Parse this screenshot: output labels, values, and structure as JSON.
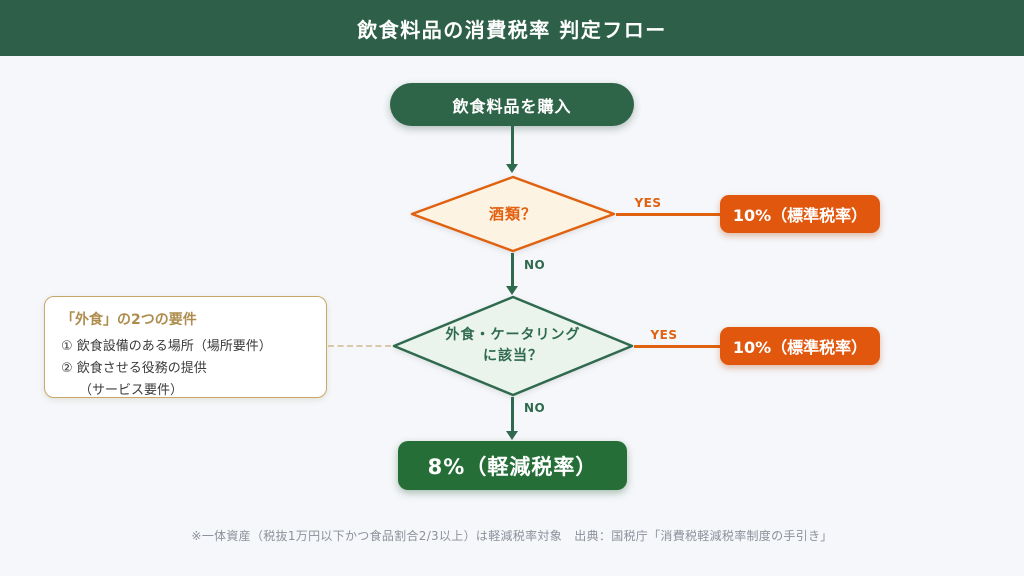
{
  "header": {
    "title": "飲食料品の消費税率 判定フロー"
  },
  "flow": {
    "start": {
      "label": "飲食料品を購入"
    },
    "decision1": {
      "label": "酒類？",
      "yes_label": "YES",
      "no_label": "NO"
    },
    "result1": {
      "label": "10%（標準税率）"
    },
    "decision2": {
      "label_line1": "外食・ケータリング",
      "label_line2": "に該当？",
      "yes_label": "YES",
      "no_label": "NO"
    },
    "result2": {
      "label": "10%（標準税率）"
    },
    "result_final": {
      "label": "8%（軽減税率）"
    }
  },
  "callout": {
    "title": "「外食」の2つの要件",
    "items": [
      "① 飲食設備のある場所（場所要件）",
      "② 飲食させる役務の提供",
      "（サービス要件）"
    ]
  },
  "footer": {
    "note": "※一体資産（税抜1万円以下かつ食品割合2/3以上）は軽減税率対象　出典：国税庁「消費税軽減税率制度の手引き」"
  },
  "colors": {
    "bg": "#f5f7fa",
    "header-green": "#2e6049",
    "node-green": "#2e6549",
    "arrow-green": "#2f6a4f",
    "orange": "#e0610f",
    "orange-text": "#e2600f",
    "orange-box": "#e2570e",
    "diamond1-fill": "#fdf3e2",
    "diamond2-fill": "#eaf4ec",
    "diamond2-text": "#2f6a4f",
    "result-green": "#256e38",
    "callout-border": "#c9a768",
    "callout-title": "#ae8c4c",
    "text-dark": "#3b3b3b",
    "dash": "#d8c9a8",
    "footer-gray": "#8c919b"
  }
}
